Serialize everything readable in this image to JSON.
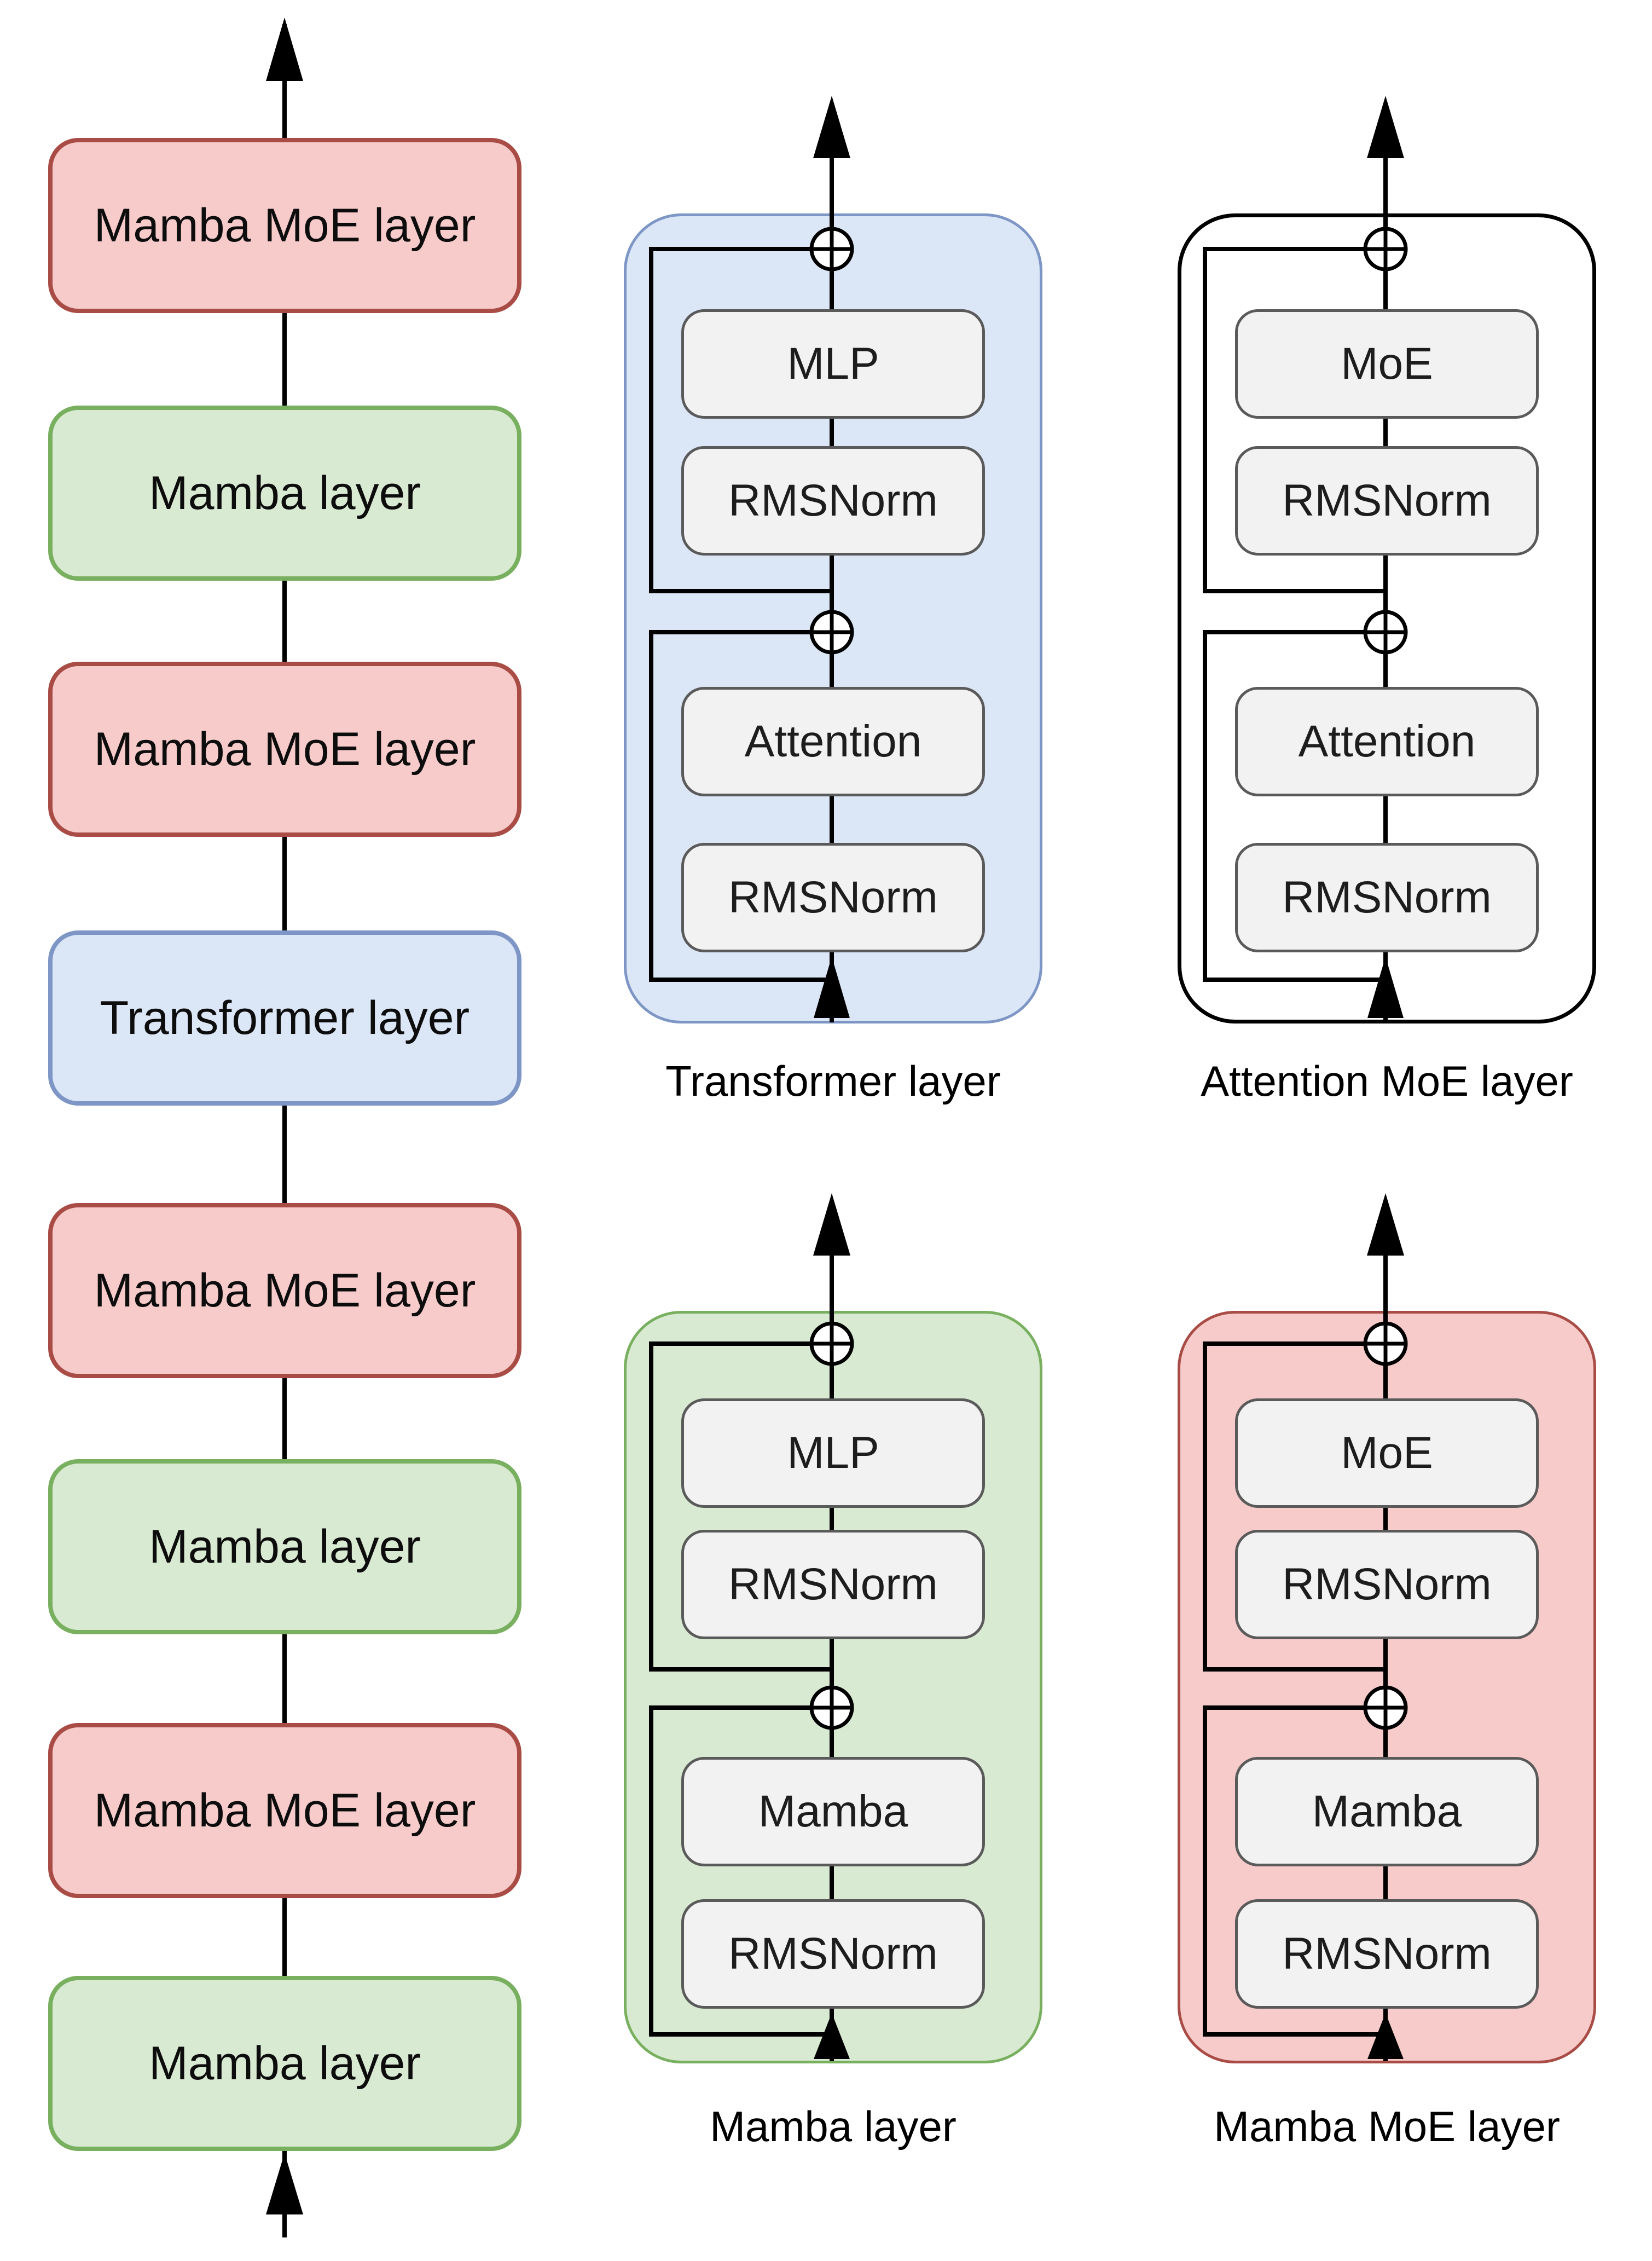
{
  "figure": {
    "stack": {
      "layers": [
        "Mamba MoE layer",
        "Mamba layer",
        "Mamba MoE layer",
        "Transformer layer",
        "Mamba MoE layer",
        "Mamba layer",
        "Mamba MoE layer",
        "Mamba layer"
      ]
    },
    "panels": [
      {
        "caption": "Transformer layer",
        "blocks": [
          "MLP",
          "RMSNorm",
          "Attention",
          "RMSNorm"
        ]
      },
      {
        "caption": "Attention MoE layer",
        "blocks": [
          "MoE",
          "RMSNorm",
          "Attention",
          "RMSNorm"
        ]
      },
      {
        "caption": "Mamba layer",
        "blocks": [
          "MLP",
          "RMSNorm",
          "Mamba",
          "RMSNorm"
        ]
      },
      {
        "caption": "Mamba MoE layer",
        "blocks": [
          "MoE",
          "RMSNorm",
          "Mamba",
          "RMSNorm"
        ]
      }
    ],
    "icons": {
      "add_junction": "circled-plus"
    },
    "colors": {
      "mamba_moe_fill": "#f6cbca",
      "mamba_moe_border": "#a94c46",
      "mamba_fill": "#d9ead2",
      "mamba_border": "#78b05f",
      "transformer_fill": "#dbe6f6",
      "transformer_border": "#7d96c5",
      "attention_moe_fill": "#ffffff",
      "attention_moe_border": "#000000",
      "block_fill": "#f2f2f2",
      "block_border": "#5a5a5a",
      "connector": "#000000"
    }
  }
}
